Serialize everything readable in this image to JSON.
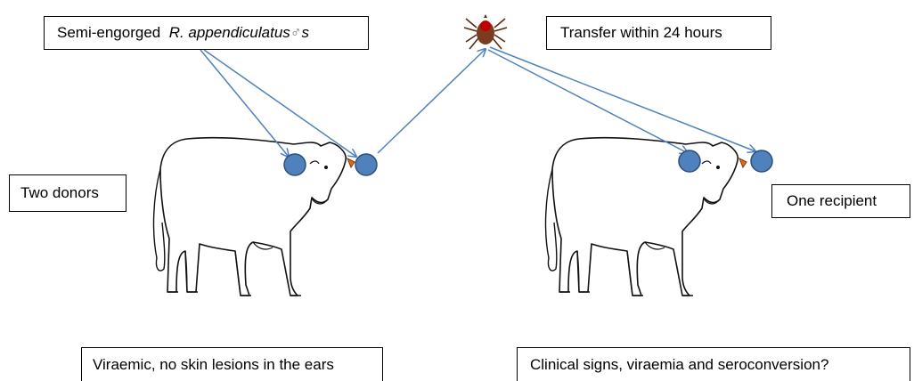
{
  "labels": {
    "ticks_prefix": "Semi-engorged",
    "ticks_species": "R. appendiculatus",
    "ticks_symbol": "♂",
    "ticks_suffix": "s",
    "transfer": "Transfer within 24 hours",
    "donors": "Two donors",
    "recipient": "One recipient",
    "donor_status": "Viraemic, no skin lesions  in the ears",
    "question": "Clinical signs, viraemia and seroconversion?"
  },
  "colors": {
    "arrow": "#4f81bd",
    "marker_fill": "#4f81bd",
    "marker_stroke": "#2e4f7a",
    "tick_body": "#7a3b1e",
    "tick_scutum": "#c00000",
    "ear_tag": "#e36c0a"
  },
  "icons": {
    "tick": "tick-icon",
    "cow": "cow-icon",
    "marker": "feeding-site-marker"
  }
}
